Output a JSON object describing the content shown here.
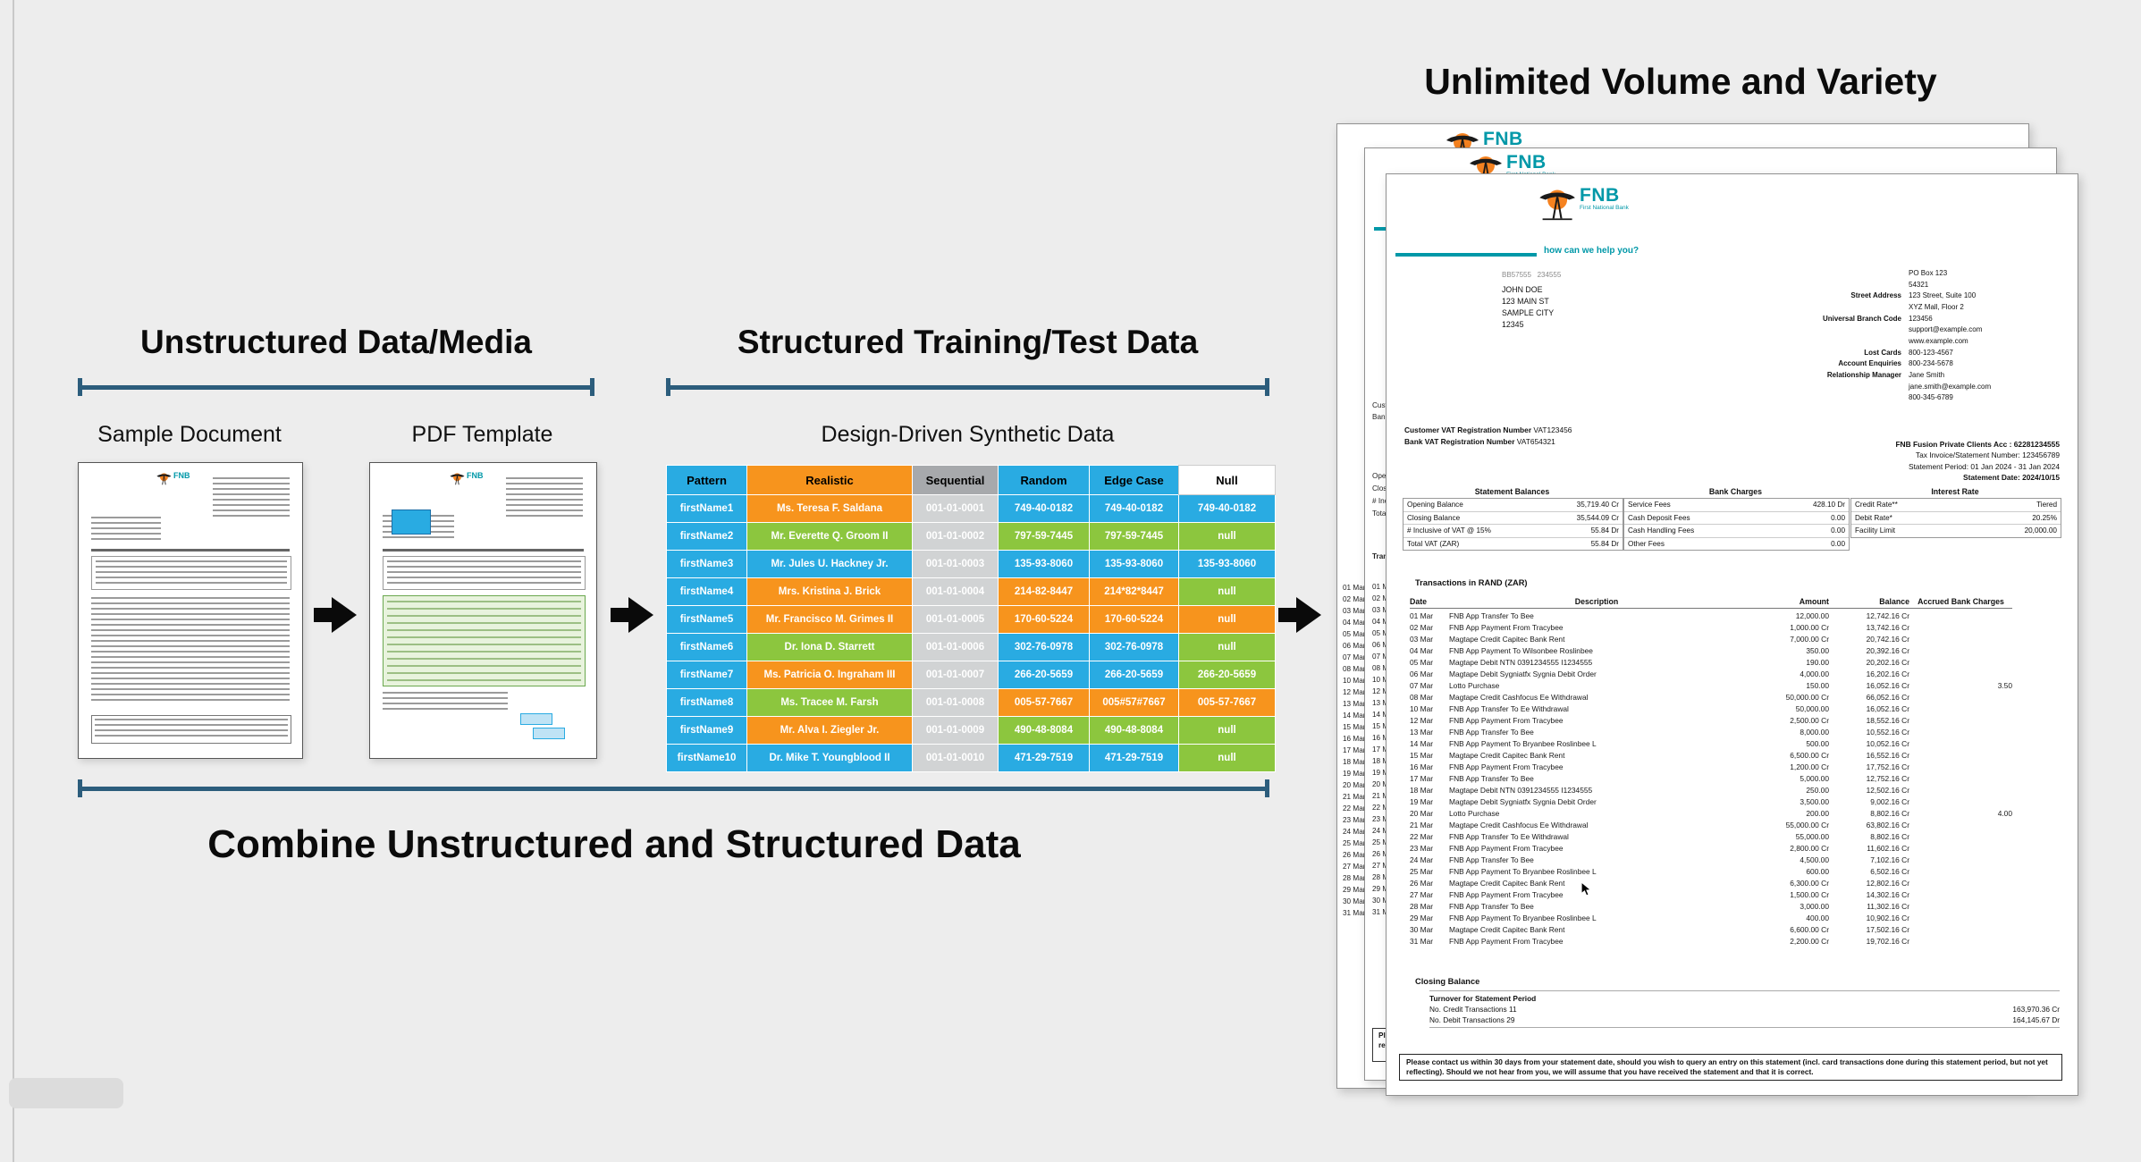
{
  "headings": {
    "left": "Unstructured Data/Media",
    "middle": "Structured Training/Test Data",
    "right": "Unlimited Volume and Variety",
    "bottom": "Combine Unstructured and Structured Data"
  },
  "labels": {
    "sample_document": "Sample Document",
    "pdf_template": "PDF Template",
    "synthetic_data": "Design-Driven Synthetic Data"
  },
  "colors": {
    "blue": "#29ABE2",
    "orange": "#F7941D",
    "green": "#8CC63E",
    "teal": "#0098A8",
    "bracket": "#2C5D7C"
  },
  "synthetic_table": {
    "headers": [
      "Pattern",
      "Realistic",
      "Sequential",
      "Random",
      "Edge Case",
      "Null"
    ],
    "rows": [
      {
        "pattern": "firstName1",
        "realistic": "Ms. Teresa F. Saldana",
        "seq": "001-01-0001",
        "random": "749-40-0182",
        "edge": "749-40-0182",
        "nul": "749-40-0182",
        "c_real": "orange",
        "c_rand": "blue",
        "c_edge": "blue",
        "c_null": "blue"
      },
      {
        "pattern": "firstName2",
        "realistic": "Mr. Everette Q. Groom II",
        "seq": "001-01-0002",
        "random": "797-59-7445",
        "edge": "797-59-7445",
        "nul": "null",
        "c_real": "green",
        "c_rand": "green",
        "c_edge": "green",
        "c_null": "green"
      },
      {
        "pattern": "firstName3",
        "realistic": "Mr. Jules U. Hackney Jr.",
        "seq": "001-01-0003",
        "random": "135-93-8060",
        "edge": "135-93-8060",
        "nul": "135-93-8060",
        "c_real": "blue",
        "c_rand": "blue",
        "c_edge": "blue",
        "c_null": "blue"
      },
      {
        "pattern": "firstName4",
        "realistic": "Mrs. Kristina J. Brick",
        "seq": "001-01-0004",
        "random": "214-82-8447",
        "edge": "214*82*8447",
        "nul": "null",
        "c_real": "orange",
        "c_rand": "orange",
        "c_edge": "orange",
        "c_null": "green"
      },
      {
        "pattern": "firstName5",
        "realistic": "Mr. Francisco M. Grimes II",
        "seq": "001-01-0005",
        "random": "170-60-5224",
        "edge": "170-60-5224",
        "nul": "null",
        "c_real": "orange",
        "c_rand": "orange",
        "c_edge": "orange",
        "c_null": "orange"
      },
      {
        "pattern": "firstName6",
        "realistic": "Dr. Iona D. Starrett",
        "seq": "001-01-0006",
        "random": "302-76-0978",
        "edge": "302-76-0978",
        "nul": "null",
        "c_real": "green",
        "c_rand": "blue",
        "c_edge": "blue",
        "c_null": "green"
      },
      {
        "pattern": "firstName7",
        "realistic": "Ms. Patricia O. Ingraham III",
        "seq": "001-01-0007",
        "random": "266-20-5659",
        "edge": "266-20-5659",
        "nul": "266-20-5659",
        "c_real": "orange",
        "c_rand": "blue",
        "c_edge": "blue",
        "c_null": "green"
      },
      {
        "pattern": "firstName8",
        "realistic": "Ms. Tracee M. Farsh",
        "seq": "001-01-0008",
        "random": "005-57-7667",
        "edge": "005#57#7667",
        "nul": "005-57-7667",
        "c_real": "green",
        "c_rand": "orange",
        "c_edge": "orange",
        "c_null": "orange"
      },
      {
        "pattern": "firstName9",
        "realistic": "Mr. Alva I. Ziegler Jr.",
        "seq": "001-01-0009",
        "random": "490-48-8084",
        "edge": "490-48-8084",
        "nul": "null",
        "c_real": "orange",
        "c_rand": "green",
        "c_edge": "green",
        "c_null": "green"
      },
      {
        "pattern": "firstName10",
        "realistic": "Dr. Mike T. Youngblood II",
        "seq": "001-01-0010",
        "random": "471-29-7519",
        "edge": "471-29-7519",
        "nul": "null",
        "c_real": "blue",
        "c_rand": "blue",
        "c_edge": "blue",
        "c_null": "green"
      }
    ]
  },
  "statement": {
    "brand": {
      "fnb": "FNB",
      "tagline": "First National Bank",
      "slogan": "how can we help you?"
    },
    "ref": "BB57555   234555",
    "recipient": [
      "JOHN DOE",
      "123 MAIN ST",
      "SAMPLE CITY",
      "12345"
    ],
    "contact": [
      {
        "label": "",
        "value": "PO Box 123"
      },
      {
        "label": "",
        "value": "54321"
      },
      {
        "label": "Street Address",
        "value": "123 Street, Suite 100"
      },
      {
        "label": "",
        "value": "XYZ Mall, Floor 2"
      },
      {
        "label": "Universal Branch Code",
        "value": "123456"
      },
      {
        "label": "",
        "value": "support@example.com"
      },
      {
        "label": "",
        "value": "www.example.com"
      },
      {
        "label": "Lost Cards",
        "value": "800-123-4567"
      },
      {
        "label": "Account Enquiries",
        "value": "800-234-5678"
      },
      {
        "label": "Relationship Manager",
        "value": "Jane Smith"
      },
      {
        "label": "",
        "value": "jane.smith@example.com"
      },
      {
        "label": "",
        "value": "800-345-6789"
      }
    ],
    "vat": {
      "customer_label": "Customer VAT Registration Number",
      "customer_value": "VAT123456",
      "bank_label": "Bank VAT Registration Number",
      "bank_value": "VAT654321"
    },
    "account": {
      "line1": "FNB Fusion Private Clients Acc : 62281234555",
      "line2": "Tax Invoice/Statement Number: 123456789",
      "line3": "Statement Period: 01 Jan 2024 - 31 Jan 2024",
      "line4": "Statement Date: 2024/10/15"
    },
    "sections": {
      "balances_title": "Statement Balances",
      "charges_title": "Bank Charges",
      "interest_title": "Interest Rate",
      "transactions_title": "Transactions in RAND (ZAR)",
      "closing_title": "Closing Balance",
      "turnover_title": "Turnover for Statement Period"
    },
    "balances": [
      {
        "label": "Opening Balance",
        "value": "35,719.40 Cr"
      },
      {
        "label": "Closing Balance",
        "value": "35,544.09 Cr"
      },
      {
        "label": "# Inclusive of VAT @ 15%",
        "value": "55.84 Dr"
      },
      {
        "label": "Total VAT (ZAR)",
        "value": "55.84 Dr"
      }
    ],
    "charges": [
      {
        "label": "Service Fees",
        "value": "428.10 Dr"
      },
      {
        "label": "Cash Deposit Fees",
        "value": "0.00"
      },
      {
        "label": "Cash Handling Fees",
        "value": "0.00"
      },
      {
        "label": "Other Fees",
        "value": "0.00"
      }
    ],
    "interest": [
      {
        "label": "Credit Rate**",
        "value": "Tiered"
      },
      {
        "label": "Debit Rate*",
        "value": "20.25%"
      },
      {
        "label": "Facility Limit",
        "value": "20,000.00"
      }
    ],
    "tx_headers": [
      "Date",
      "Description",
      "Amount",
      "Balance",
      "Accrued Bank Charges"
    ],
    "transactions": [
      {
        "date": "01 Mar",
        "desc": "FNB App Transfer To Bee",
        "amount": "12,000.00",
        "balance": "12,742.16 Cr",
        "charge": ""
      },
      {
        "date": "02 Mar",
        "desc": "FNB App Payment From Tracybee",
        "amount": "1,000.00 Cr",
        "balance": "13,742.16 Cr",
        "charge": ""
      },
      {
        "date": "03 Mar",
        "desc": "Magtape Credit Capitec Bank Rent",
        "amount": "7,000.00 Cr",
        "balance": "20,742.16 Cr",
        "charge": ""
      },
      {
        "date": "04 Mar",
        "desc": "FNB App Payment To Wilsonbee Roslinbee",
        "amount": "350.00",
        "balance": "20,392.16 Cr",
        "charge": ""
      },
      {
        "date": "05 Mar",
        "desc": "Magtape Debit NTN 0391234555 I1234555",
        "amount": "190.00",
        "balance": "20,202.16 Cr",
        "charge": ""
      },
      {
        "date": "06 Mar",
        "desc": "Magtape Debit Sygniatfx Sygnia Debit Order",
        "amount": "4,000.00",
        "balance": "16,202.16 Cr",
        "charge": ""
      },
      {
        "date": "07 Mar",
        "desc": "Lotto Purchase",
        "amount": "150.00",
        "balance": "16,052.16 Cr",
        "charge": "3.50"
      },
      {
        "date": "08 Mar",
        "desc": "Magtape Credit Cashfocus Ee Withdrawal",
        "amount": "50,000.00 Cr",
        "balance": "66,052.16 Cr",
        "charge": ""
      },
      {
        "date": "10 Mar",
        "desc": "FNB App Transfer To Ee Withdrawal",
        "amount": "50,000.00",
        "balance": "16,052.16 Cr",
        "charge": ""
      },
      {
        "date": "12 Mar",
        "desc": "FNB App Payment From Tracybee",
        "amount": "2,500.00 Cr",
        "balance": "18,552.16 Cr",
        "charge": ""
      },
      {
        "date": "13 Mar",
        "desc": "FNB App Transfer To Bee",
        "amount": "8,000.00",
        "balance": "10,552.16 Cr",
        "charge": ""
      },
      {
        "date": "14 Mar",
        "desc": "FNB App Payment To Bryanbee Roslinbee L",
        "amount": "500.00",
        "balance": "10,052.16 Cr",
        "charge": ""
      },
      {
        "date": "15 Mar",
        "desc": "Magtape Credit Capitec Bank Rent",
        "amount": "6,500.00 Cr",
        "balance": "16,552.16 Cr",
        "charge": ""
      },
      {
        "date": "16 Mar",
        "desc": "FNB App Payment From Tracybee",
        "amount": "1,200.00 Cr",
        "balance": "17,752.16 Cr",
        "charge": ""
      },
      {
        "date": "17 Mar",
        "desc": "FNB App Transfer To Bee",
        "amount": "5,000.00",
        "balance": "12,752.16 Cr",
        "charge": ""
      },
      {
        "date": "18 Mar",
        "desc": "Magtape Debit NTN 0391234555 I1234555",
        "amount": "250.00",
        "balance": "12,502.16 Cr",
        "charge": ""
      },
      {
        "date": "19 Mar",
        "desc": "Magtape Debit Sygniatfx Sygnia Debit Order",
        "amount": "3,500.00",
        "balance": "9,002.16 Cr",
        "charge": ""
      },
      {
        "date": "20 Mar",
        "desc": "Lotto Purchase",
        "amount": "200.00",
        "balance": "8,802.16 Cr",
        "charge": "4.00"
      },
      {
        "date": "21 Mar",
        "desc": "Magtape Credit Cashfocus Ee Withdrawal",
        "amount": "55,000.00 Cr",
        "balance": "63,802.16 Cr",
        "charge": ""
      },
      {
        "date": "22 Mar",
        "desc": "FNB App Transfer To Ee Withdrawal",
        "amount": "55,000.00",
        "balance": "8,802.16 Cr",
        "charge": ""
      },
      {
        "date": "23 Mar",
        "desc": "FNB App Payment From Tracybee",
        "amount": "2,800.00 Cr",
        "balance": "11,602.16 Cr",
        "charge": ""
      },
      {
        "date": "24 Mar",
        "desc": "FNB App Transfer To Bee",
        "amount": "4,500.00",
        "balance": "7,102.16 Cr",
        "charge": ""
      },
      {
        "date": "25 Mar",
        "desc": "FNB App Payment To Bryanbee Roslinbee L",
        "amount": "600.00",
        "balance": "6,502.16 Cr",
        "charge": ""
      },
      {
        "date": "26 Mar",
        "desc": "Magtape Credit Capitec Bank Rent",
        "amount": "6,300.00 Cr",
        "balance": "12,802.16 Cr",
        "charge": ""
      },
      {
        "date": "27 Mar",
        "desc": "FNB App Payment From Tracybee",
        "amount": "1,500.00 Cr",
        "balance": "14,302.16 Cr",
        "charge": ""
      },
      {
        "date": "28 Mar",
        "desc": "FNB App Transfer To Bee",
        "amount": "3,000.00",
        "balance": "11,302.16 Cr",
        "charge": ""
      },
      {
        "date": "29 Mar",
        "desc": "FNB App Payment To Bryanbee Roslinbee L",
        "amount": "400.00",
        "balance": "10,902.16 Cr",
        "charge": ""
      },
      {
        "date": "30 Mar",
        "desc": "Magtape Credit Capitec Bank Rent",
        "amount": "6,600.00 Cr",
        "balance": "17,502.16 Cr",
        "charge": ""
      },
      {
        "date": "31 Mar",
        "desc": "FNB App Payment From Tracybee",
        "amount": "2,200.00 Cr",
        "balance": "19,702.16 Cr",
        "charge": ""
      }
    ],
    "turnover": [
      {
        "label": "No. Credit Transactions 11",
        "value": "163,970.36 Cr"
      },
      {
        "label": "No. Debit Transactions 29",
        "value": "164,145.67 Dr"
      }
    ],
    "footer": "Please contact us within 30 days from your statement date, should you wish to query an entry on this statement (incl. card transactions done during this statement period, but not yet reflecting). Should we not hear from you, we will assume that you have received the statement and that it is correct."
  }
}
